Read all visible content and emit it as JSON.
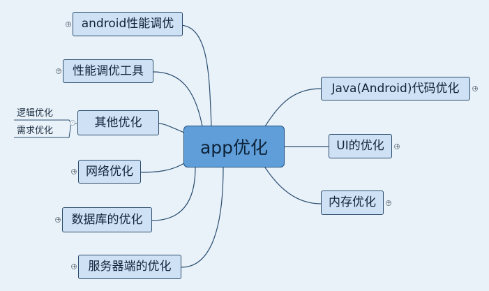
{
  "colors": {
    "background": "#e9f2f9",
    "connector": "#2b4d70",
    "topic_fill": "#cfe2f5",
    "central_fill": "#5f9ed8"
  },
  "central": {
    "label": "app优化"
  },
  "topics": {
    "android_perf": {
      "label": "android性能调优",
      "collapsed": true
    },
    "perf_tools": {
      "label": "性能调优工具",
      "collapsed": true
    },
    "other": {
      "label": "其他优化",
      "collapsed": false
    },
    "network": {
      "label": "网络优化",
      "collapsed": true
    },
    "database": {
      "label": "数据库的优化",
      "collapsed": true
    },
    "server": {
      "label": "服务器端的优化",
      "collapsed": true
    },
    "java_code": {
      "label": "Java(Android)代码优化",
      "collapsed": true
    },
    "ui": {
      "label": "UI的优化",
      "collapsed": true
    },
    "memory": {
      "label": "内存优化",
      "collapsed": true
    }
  },
  "subtopics": {
    "logic": {
      "label": "逻辑优化"
    },
    "requirement": {
      "label": "需求优化"
    }
  },
  "icons": {
    "expand": "plus-circle-icon",
    "collapse": "minus-circle-icon"
  }
}
